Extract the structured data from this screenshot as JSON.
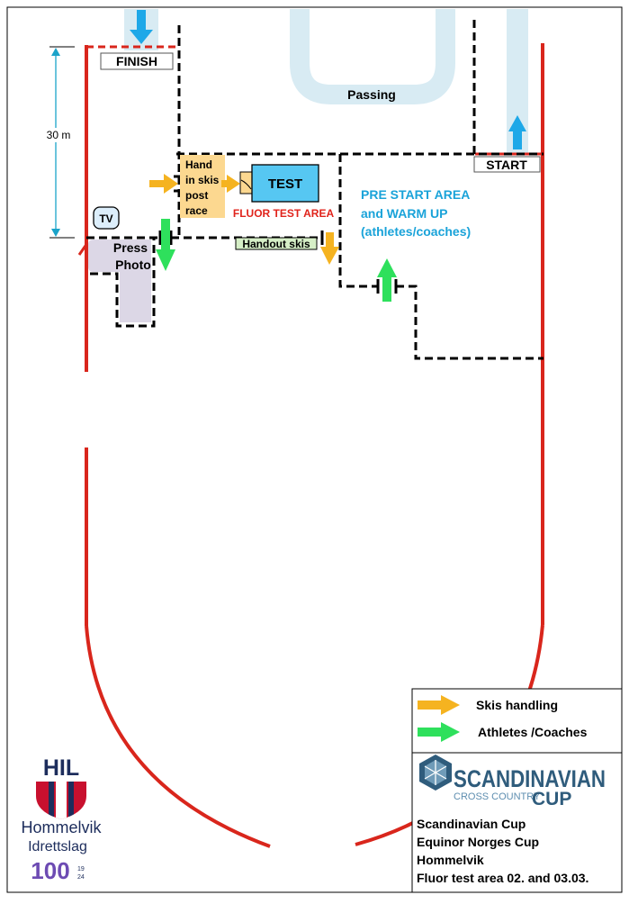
{
  "labels": {
    "finish": "FINISH",
    "start": "START",
    "passing": "Passing",
    "distance": "30 m",
    "tv": "TV",
    "press_line1": "Press",
    "press_line2": "Photo",
    "handin_line1": "Hand",
    "handin_line2": "in skis",
    "handin_line3": "post",
    "handin_line4": "race",
    "test": "TEST",
    "fluor_test_area": "FLUOR TEST AREA",
    "handout_skis": "Handout skis",
    "prestart_line1": "PRE START AREA",
    "prestart_line2": "and WARM UP",
    "prestart_line3": "(athletes/coaches)"
  },
  "legend": {
    "items": [
      {
        "label": "Skis handling",
        "color": "#f5b320"
      },
      {
        "label": "Athletes /Coaches",
        "color": "#2ee05c"
      }
    ]
  },
  "event": {
    "logo_word1": "SCANDINAVIAN",
    "logo_word2": "CROSS COUNTRY",
    "logo_word3": "CUP",
    "line1": "Scandinavian Cup",
    "line2": "Equinor Norges Cup",
    "line3": "Hommelvik",
    "line4": "Fluor test area 02. and 03.03."
  },
  "club": {
    "abbr": "HIL",
    "name1": "Hommelvik",
    "name2": "Idrettslag",
    "anniversary": "100",
    "years_top": "19",
    "years_bottom": "24"
  },
  "colors": {
    "track": "#d9261c",
    "boundary": "#000000",
    "skis_arrow": "#f5b320",
    "athlete_arrow": "#2ee05c",
    "direction_arrow": "#1ea8e8",
    "lane": "#d8ebf3",
    "handin_fill": "#fcd890",
    "test_fill": "#56c7f2",
    "press_fill": "#dcd7e6",
    "prestart_text": "#1aa3d9",
    "fluor_text": "#e0231b",
    "handout_fill": "#d6efc7"
  }
}
